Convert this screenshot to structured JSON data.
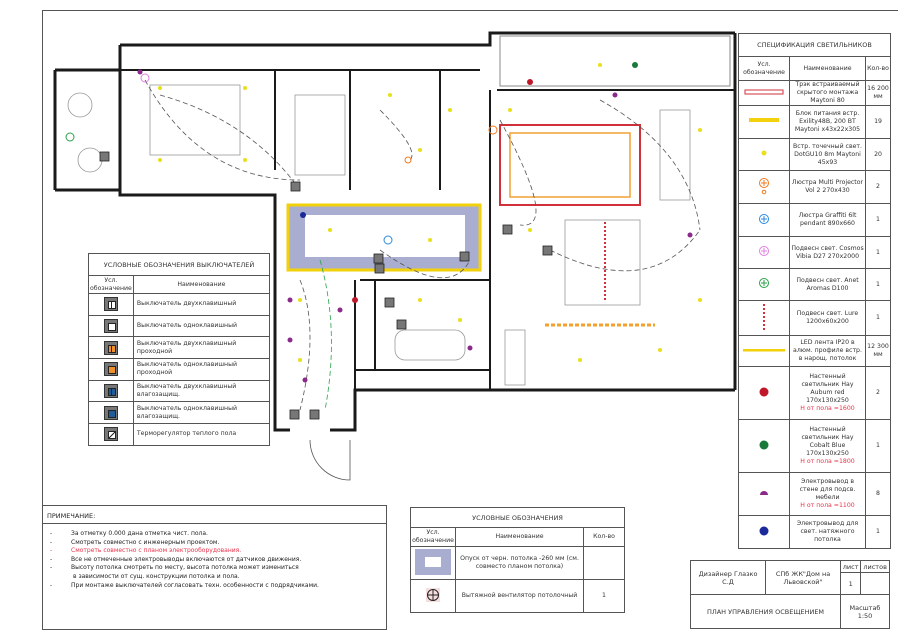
{
  "spec": {
    "title": "СПЕЦИФИКАЦИЯ СВЕТИЛЬНИКОВ",
    "col_symbol": "Усл. обозначение",
    "col_name": "Наименование",
    "col_qty": "Кол-во",
    "rows": [
      {
        "icon": "track",
        "name": "Трэк встраиваемый скрытого монтажа Maytoni 80",
        "qty": "16 200 мм",
        "note": ""
      },
      {
        "icon": "power-block",
        "name": "Блок питания встр. Exility48B, 200 ВТ Maytoni x43x22x305",
        "qty": "19",
        "note": ""
      },
      {
        "icon": "spot",
        "name": "Встр. точечный свет. DotGU10 8m Maytoni 45x93",
        "qty": "20",
        "note": ""
      },
      {
        "icon": "chandelier-orange",
        "name": "Люстра Multi Projector Vol 2 270x430",
        "qty": "2",
        "note": ""
      },
      {
        "icon": "chandelier-blue",
        "name": "Люстра Graffiti 6lt pendant 890x660",
        "qty": "1",
        "note": ""
      },
      {
        "icon": "pendant-pink",
        "name": "Подвесн свет. Cosmos Vibia D27 270x2000",
        "qty": "1",
        "note": ""
      },
      {
        "icon": "pendant-green",
        "name": "Подвесн свет. Anet Aromas D100",
        "qty": "1",
        "note": ""
      },
      {
        "icon": "pendant-line",
        "name": "Подвесн свет. Lure 1200x60x200",
        "qty": "1",
        "note": ""
      },
      {
        "icon": "led-strip",
        "name": "LED лента IP20 в алюм. профиле встр. в нарощ. потолок",
        "qty": "12 300 мм",
        "note": ""
      },
      {
        "icon": "wall-red",
        "name": "Настенный светильник Hay Aubum red 170x130x250",
        "qty": "2",
        "note": "Н от пола =1600"
      },
      {
        "icon": "wall-green",
        "name": "Настенный светильник Hay Cobalt Blue 170x130x250",
        "qty": "1",
        "note": "Н от пола =1800"
      },
      {
        "icon": "outlet-purple",
        "name": "Электровывод в стене для подсв. мебели",
        "qty": "8",
        "note": "Н от пола =1100"
      },
      {
        "icon": "outlet-blue",
        "name": "Электровывод для свет. натяжного потолка",
        "qty": "1",
        "note": ""
      }
    ]
  },
  "switches": {
    "title": "УСЛОВНЫЕ ОБОЗНАЧЕНИЯ ВЫКЛЮЧАТЕЛЕЙ",
    "col_symbol": "Усл. обозначение",
    "col_name": "Наименование",
    "rows": [
      {
        "fill": "#ffffff",
        "two": true,
        "name": "Выключатель двухклавишный"
      },
      {
        "fill": "#ffffff",
        "two": false,
        "name": "Выключатель одноклавишный"
      },
      {
        "fill": "#f0902a",
        "two": true,
        "name": "Выключатель двухклавишный проходной"
      },
      {
        "fill": "#f0902a",
        "two": false,
        "name": "Выключатель одноклавишный проходной"
      },
      {
        "fill": "#1f5a9a",
        "two": true,
        "name": "Выключатель двухклавишный влагозащищ."
      },
      {
        "fill": "#1f5a9a",
        "two": false,
        "name": "Выключатель одноклавишный влагозащищ."
      },
      {
        "fill": "thermo",
        "two": false,
        "name": "Терморегулятор теплого пола"
      }
    ]
  },
  "notes": {
    "title": "ПРИМЕЧАНИЕ:",
    "items": [
      {
        "text": "За отметку 0.000 дана отметка чист. пола.",
        "red": false,
        "cont": false
      },
      {
        "text": "Смотреть совместно с инженерным проектом.",
        "red": false,
        "cont": false
      },
      {
        "text": "Смотреть совместно с планом электрооборудования.",
        "red": true,
        "cont": false
      },
      {
        "text": "Все не отмеченные электровыводы включаются от датчиков движения.",
        "red": false,
        "cont": false
      },
      {
        "text": "Высоту потолка смотреть по месту, высота потолка может измениться",
        "red": false,
        "cont": false
      },
      {
        "text": "в зависимости от сущ. конструкции потолка и пола.",
        "red": false,
        "cont": true
      },
      {
        "text": "При монтаже выключателей согласовать техн. особенности с подрядчиками.",
        "red": false,
        "cont": false
      }
    ]
  },
  "legend": {
    "title": "УСЛОВНЫЕ ОБОЗНАЧЕНИЯ",
    "col_symbol": "Усл. обозначение",
    "col_name": "Наименование",
    "col_qty": "Кол-во",
    "rows": [
      {
        "icon": "ceiling-drop",
        "name": "Опуск от черн. потолка -260 мм (см. совместо планом потолка)",
        "qty": ""
      },
      {
        "icon": "fan",
        "name": "Вытяжной вентилятор потолочный",
        "qty": "1"
      }
    ]
  },
  "title_block": {
    "designer": "Дизайнер Глазко С.Д",
    "project": "СПб ЖК\"Дом на Львовской\"",
    "sheet_label": "лист",
    "sheets_label": "листов",
    "sheet": "1",
    "sheets": "",
    "drawing_title": "ПЛАН УПРАВЛЕНИЯ ОСВЕЩЕНИЕМ",
    "scale": "Масштаб 1:50"
  },
  "colors": {
    "track": "#d0303a",
    "led": "#f2d10a",
    "spot": "#e8e01a",
    "wall": "#1a1a1a",
    "drop": "#a9aed0"
  }
}
